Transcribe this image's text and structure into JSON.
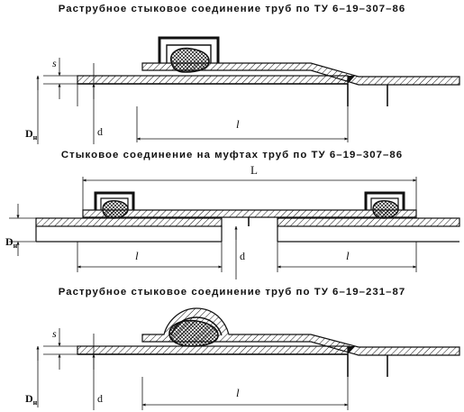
{
  "sections": [
    {
      "title": "Раструбное стыковое соединение труб по ТУ 6–19–307–86",
      "labels": {
        "s": "s",
        "dn": "D",
        "dn_sub": "н",
        "d": "d",
        "l": "l"
      }
    },
    {
      "title": "Стыковое соединение на муфтах труб по ТУ 6–19–307–86",
      "labels": {
        "L": "L",
        "dn": "D",
        "dn_sub": "н",
        "d": "d",
        "l_left": "l",
        "l_right": "l"
      }
    },
    {
      "title": "Раструбное стыковое соединение труб по ТУ 6–19–231–87",
      "labels": {
        "s": "s",
        "dn": "D",
        "dn_sub": "н",
        "d": "d",
        "l": "l"
      }
    }
  ],
  "colors": {
    "ink": "#111111",
    "paper": "#ffffff"
  }
}
